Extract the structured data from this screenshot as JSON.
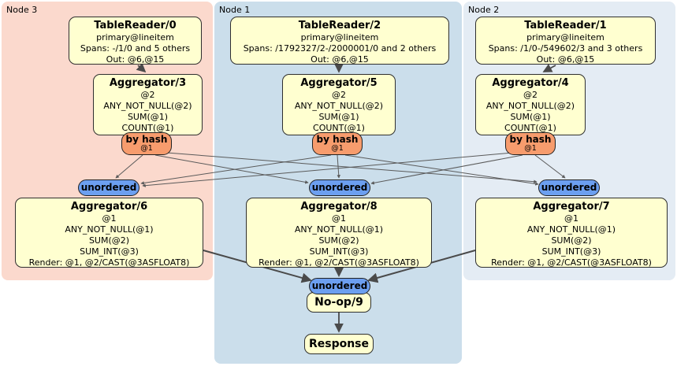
{
  "regions": {
    "node3": {
      "label": "Node 3",
      "fill": "#fbd9cd"
    },
    "node1": {
      "label": "Node 1",
      "fill": "#cbdeeb"
    },
    "node2": {
      "label": "Node 2",
      "fill": "#e4ecf4"
    }
  },
  "processors": {
    "tr0": {
      "title": "TableReader/0",
      "lines": [
        "primary@lineitem",
        "Spans: -/1/0 and 5 others",
        "Out: @6,@15"
      ]
    },
    "tr2": {
      "title": "TableReader/2",
      "lines": [
        "primary@lineitem",
        "Spans: /1792327/2-/2000001/0 and 2 others",
        "Out: @6,@15"
      ]
    },
    "tr1": {
      "title": "TableReader/1",
      "lines": [
        "primary@lineitem",
        "Spans: /1/0-/549602/3 and 3 others",
        "Out: @6,@15"
      ]
    },
    "agg3": {
      "title": "Aggregator/3",
      "lines": [
        "@2",
        "ANY_NOT_NULL(@2)",
        "SUM(@1)",
        "COUNT(@1)"
      ]
    },
    "agg5": {
      "title": "Aggregator/5",
      "lines": [
        "@2",
        "ANY_NOT_NULL(@2)",
        "SUM(@1)",
        "COUNT(@1)"
      ]
    },
    "agg4": {
      "title": "Aggregator/4",
      "lines": [
        "@2",
        "ANY_NOT_NULL(@2)",
        "SUM(@1)",
        "COUNT(@1)"
      ]
    },
    "agg6": {
      "title": "Aggregator/6",
      "lines": [
        "@1",
        "ANY_NOT_NULL(@1)",
        "SUM(@2)",
        "SUM_INT(@3)",
        "Render: @1, @2/CAST(@3ASFLOAT8)"
      ]
    },
    "agg8": {
      "title": "Aggregator/8",
      "lines": [
        "@1",
        "ANY_NOT_NULL(@1)",
        "SUM(@2)",
        "SUM_INT(@3)",
        "Render: @1, @2/CAST(@3ASFLOAT8)"
      ]
    },
    "agg7": {
      "title": "Aggregator/7",
      "lines": [
        "@1",
        "ANY_NOT_NULL(@1)",
        "SUM(@2)",
        "SUM_INT(@3)",
        "Render: @1, @2/CAST(@3ASFLOAT8)"
      ]
    },
    "noop": {
      "title": "No-op/9"
    },
    "response": {
      "title": "Response"
    }
  },
  "routers": {
    "r3": {
      "label": "by hash",
      "stream": "@1"
    },
    "r5": {
      "label": "by hash",
      "stream": "@1"
    },
    "r4": {
      "label": "by hash",
      "stream": "@1"
    }
  },
  "syncs": {
    "left": {
      "label": "unordered"
    },
    "middle": {
      "label": "unordered"
    },
    "right": {
      "label": "unordered"
    },
    "bottom": {
      "label": "unordered"
    }
  },
  "colors": {
    "processor_fill": "#ffffd0",
    "processor_border": "#2f2f2f",
    "router_fill": "#f79c6d",
    "sync_fill": "#6c9ff0",
    "edge": "#4a4a4a",
    "region_node3_fill": "#fbd9cd",
    "region_node1_fill": "#cbdeeb",
    "region_node2_fill": "#e4ecf4"
  }
}
